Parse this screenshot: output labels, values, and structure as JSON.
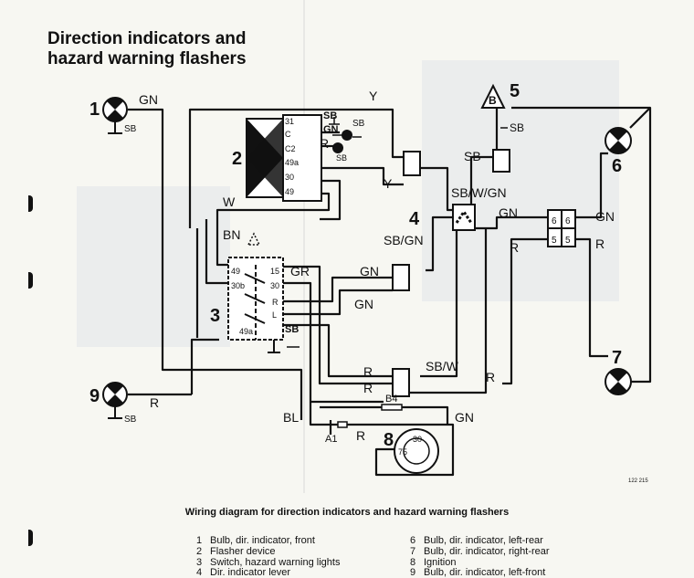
{
  "title_line1": "Direction indicators and",
  "title_line2": "hazard warning flashers",
  "caption": "Wiring diagram for direction indicators and hazard warning flashers",
  "ref_number": "122 215",
  "legend": [
    {
      "num": "1",
      "text": "Bulb, dir. indicator, front"
    },
    {
      "num": "2",
      "text": "Flasher device"
    },
    {
      "num": "3",
      "text": "Switch, hazard warning lights"
    },
    {
      "num": "4",
      "text": "Dir. indicator lever"
    },
    {
      "num": "6",
      "text": "Bulb, dir. indicator, left-rear"
    },
    {
      "num": "7",
      "text": "Bulb, dir. indicator, right-rear"
    },
    {
      "num": "8",
      "text": "Ignition"
    },
    {
      "num": "9",
      "text": "Bulb, dir. indicator, left-front"
    }
  ],
  "components": {
    "c1": "1",
    "c2": "2",
    "c3": "3",
    "c4": "4",
    "c5": "5",
    "c6": "6",
    "c7": "7",
    "c8": "8",
    "c9": "9",
    "c5_letter": "B"
  },
  "wires": {
    "gn": "GN",
    "y": "Y",
    "w": "W",
    "bn": "BN",
    "gr": "GR",
    "sb": "SB",
    "r": "R",
    "sbgn": "SB/GN",
    "sbwgn": "SB/W/GN",
    "sbw": "SB/W",
    "bl": "BL",
    "a1": "A1",
    "b4": "B4"
  },
  "flasher_terminals": [
    "31",
    "C",
    "C2",
    "49a",
    "30",
    "49"
  ],
  "switch_terminals": {
    "t49": "49",
    "t15": "15",
    "t30b": "30b",
    "t30": "30",
    "tR": "R",
    "tL": "L",
    "t49a": "49a"
  },
  "connector_terminals": {
    "t6a": "6",
    "t6b": "6",
    "t5a": "5",
    "t5b": "5"
  },
  "ignition_terminals": {
    "t30": "30",
    "t75": "75"
  }
}
